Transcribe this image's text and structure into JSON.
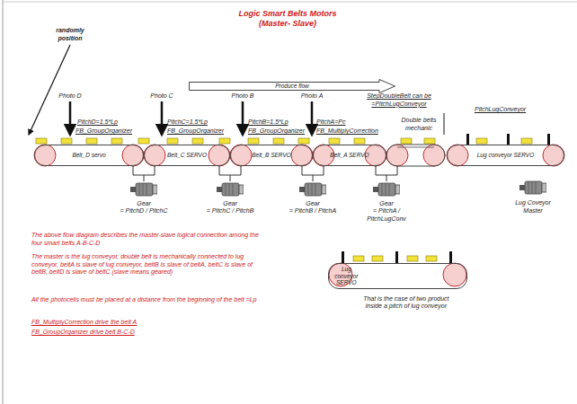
{
  "diagram": {
    "title": "Logic Smart Belts Motors (Master- Slave)",
    "nodes": [
      {
        "text": [
          "Produce flow"
        ]
      },
      {
        "text": [
          "Belt_D servo"
        ]
      },
      {
        "text": [
          "Belt_C SERVO"
        ]
      },
      {
        "text": [
          "Belt_B SERVO"
        ]
      },
      {
        "text": [
          "Belt_A SERVO"
        ]
      },
      {
        "text": [
          "Lug conveyor SERVO"
        ]
      },
      {
        "text": [
          "Lug conveyor SERVO",
          "That is the case of two product inside a pitch of lug conveyor"
        ]
      }
    ],
    "labels": [
      "randomly position",
      "Photo D",
      "Photo C",
      "Photo B",
      "Photo A",
      "PitchD=1.5*Lp",
      "PitchC=1.5*Lp",
      "PitchB=1.5*Lp",
      "PitchA=Pc",
      "FB_GroupOrganizer",
      "FB_GroupOrganizer",
      "FB_GroupOrganizer",
      "FB_MultiplyCorrection",
      "StepDoubleBelt can be =PitchLugConveyor",
      "PitchLugConveyor",
      "Double belts mechanic",
      "Gear",
      "= PitchD / PitchC",
      "Gear",
      "= PitchC / PitchB",
      "Gear",
      "= PitchB / PitchA",
      "Gear",
      "= PitchA / PitchLugConv",
      "Lug Coveyor Master",
      "The above flow diagram describes the master-slave logical connection among the four smart belts A-B-C-D",
      "The master is the lug conveyor, double belt is mechanically connected to lug conveyor, beltA is slave of lug conveyor, beltB is slave of beltA, beltC is slave of beltB, beltD is slave of beltC (slave means geared)",
      "All the photocells must be placed at a distance from the beginning of the belt =Lp",
      "FB_MultiplyCorrection drive the belt A",
      "FB_GroupOrganizer drive belt B-C-D"
    ]
  }
}
